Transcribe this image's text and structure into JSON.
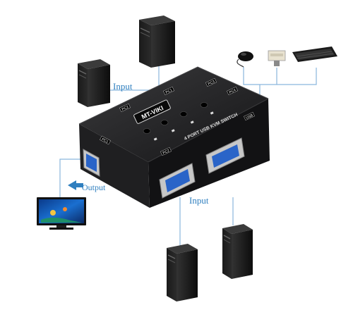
{
  "labels": {
    "input_top": "Input",
    "output": "Output",
    "input_bottom": "Input"
  },
  "device": {
    "brand": "MT-VIKI",
    "model_text": "4 PORT USB KVM SWITCH",
    "port_labels": [
      "PC1",
      "PC2",
      "PC3",
      "PC4",
      "PC1",
      "PC2",
      "USB"
    ]
  },
  "colors": {
    "cable": "#8ab6dd",
    "label": "#2f7fbf",
    "device_body": "#1b1b1d",
    "vga_port": "#2a64c8",
    "arrow": "#2f7fbf"
  },
  "icons": [
    "computer-tower-icon",
    "mouse-icon",
    "usb-printer-icon",
    "keyboard-icon",
    "monitor-icon",
    "arrow-left-icon"
  ]
}
